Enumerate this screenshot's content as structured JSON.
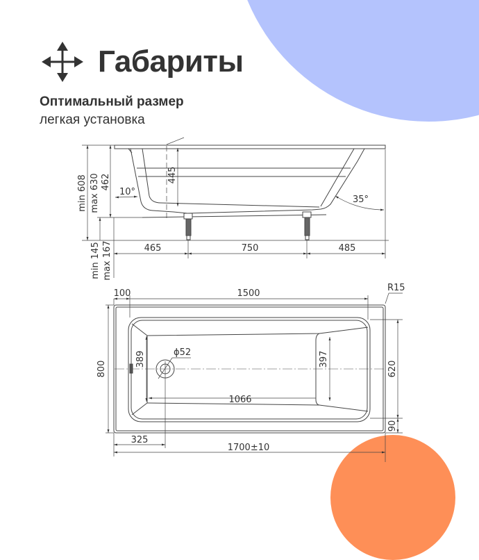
{
  "header": {
    "icon": "move-arrows-icon",
    "title": "Габариты",
    "subtitle": "Оптимальный размер",
    "subtitle2": "легкая установка"
  },
  "colors": {
    "text": "#333333",
    "line": "#444444",
    "blue_blob": "#b4c3fd",
    "orange_blob": "#fe8f57",
    "background": "#ffffff"
  },
  "side_view": {
    "dims": {
      "min_height_label": "min 608",
      "max_height_label": "max 630",
      "tub_height": "462",
      "inner_depth": "445",
      "head_angle": "10°",
      "foot_angle": "35°",
      "min_leg_label": "min 145",
      "max_leg_label": "max 167",
      "left_offset": "465",
      "leg_spacing": "750",
      "right_offset": "485"
    }
  },
  "top_view": {
    "dims": {
      "rim_left": "100",
      "inner_length": "1500",
      "corner_radius": "R15",
      "width": "800",
      "drain_diameter": "ϕ52",
      "head_width": "389",
      "bottom_length": "1066",
      "foot_width": "397",
      "inner_width": "620",
      "rim_bottom": "90",
      "drain_offset": "325",
      "total_length": "1700±10"
    }
  }
}
